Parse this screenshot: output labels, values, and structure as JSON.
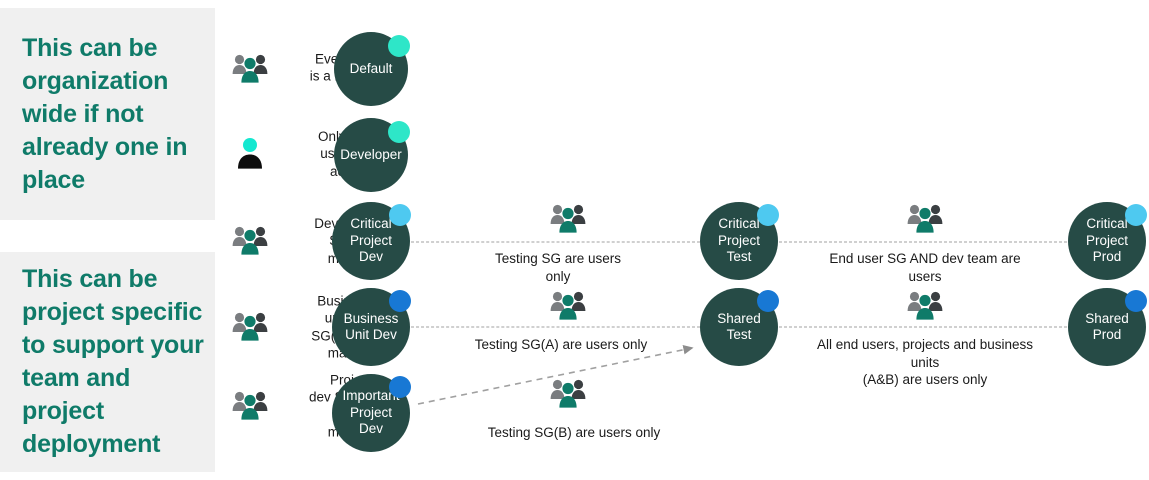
{
  "panels": [
    {
      "id": "panel-1",
      "text": "This can be organization wide if not already one in place"
    },
    {
      "id": "panel-2",
      "text": "This can be project specific to support your team and project deployment"
    }
  ],
  "colors": {
    "circle_fill": "#264b46",
    "accent_turquoise": "#2ee6c8",
    "accent_sky": "#4ec9f0",
    "accent_blue": "#1878d4",
    "panel_bg": "#f0f0f0",
    "panel_text": "#0f7b69",
    "icon_teal": "#0f7b69",
    "icon_gray": "#7a7d80",
    "icon_dark": "#3b3f42",
    "connector_gray": "#a0a0a0",
    "body_text": "#1a1a1a"
  },
  "rows": [
    {
      "maker_label": "Everyone\nis a maker",
      "icon": "people-icon",
      "dev": {
        "label": "Default",
        "dot": "accent_turquoise"
      }
    },
    {
      "maker_label": "Only one\nuser has\naccess",
      "icon": "person-icon",
      "dev": {
        "label": "Developer",
        "dot": "accent_turquoise"
      }
    },
    {
      "maker_label": "Dev team\nSG are\nmakers",
      "icon": "people-icon",
      "dev": {
        "label": "Critical\nProject\nDev",
        "dot": "accent_sky"
      },
      "test": {
        "label": "Critical\nProject\nTest",
        "dot": "accent_sky"
      },
      "prod": {
        "label": "Critical\nProject\nProd",
        "dot": "accent_sky"
      },
      "conn_dev_test": {
        "caption": "Testing SG are users\nonly",
        "icon": "people-icon"
      },
      "conn_test_prod": {
        "caption": "End user SG AND dev team are users",
        "icon": "people-icon"
      }
    },
    {
      "maker_label": "Business\nunit dev\nSG(A) are\nmakers",
      "icon": "people-icon",
      "dev": {
        "label": "Business\nUnit Dev",
        "dot": "accent_blue"
      },
      "test": {
        "label": "Shared\nTest",
        "dot": "accent_blue"
      },
      "prod": {
        "label": "Shared\nProd",
        "dot": "accent_blue"
      },
      "conn_dev_test": {
        "caption": "Testing SG(A) are users only",
        "icon": "people-icon"
      },
      "conn_test_prod": {
        "caption": "All end users, projects and business units\n(A&B) are users only",
        "icon": "people-icon"
      }
    },
    {
      "maker_label": "Project\ndev SG(B)\nare\nmakers",
      "icon": "people-icon",
      "dev": {
        "label": "Important\nProject\nDev",
        "dot": "accent_blue"
      },
      "conn_dev_test": {
        "caption": "Testing SG(B) are users only",
        "icon": "people-icon"
      }
    }
  ]
}
